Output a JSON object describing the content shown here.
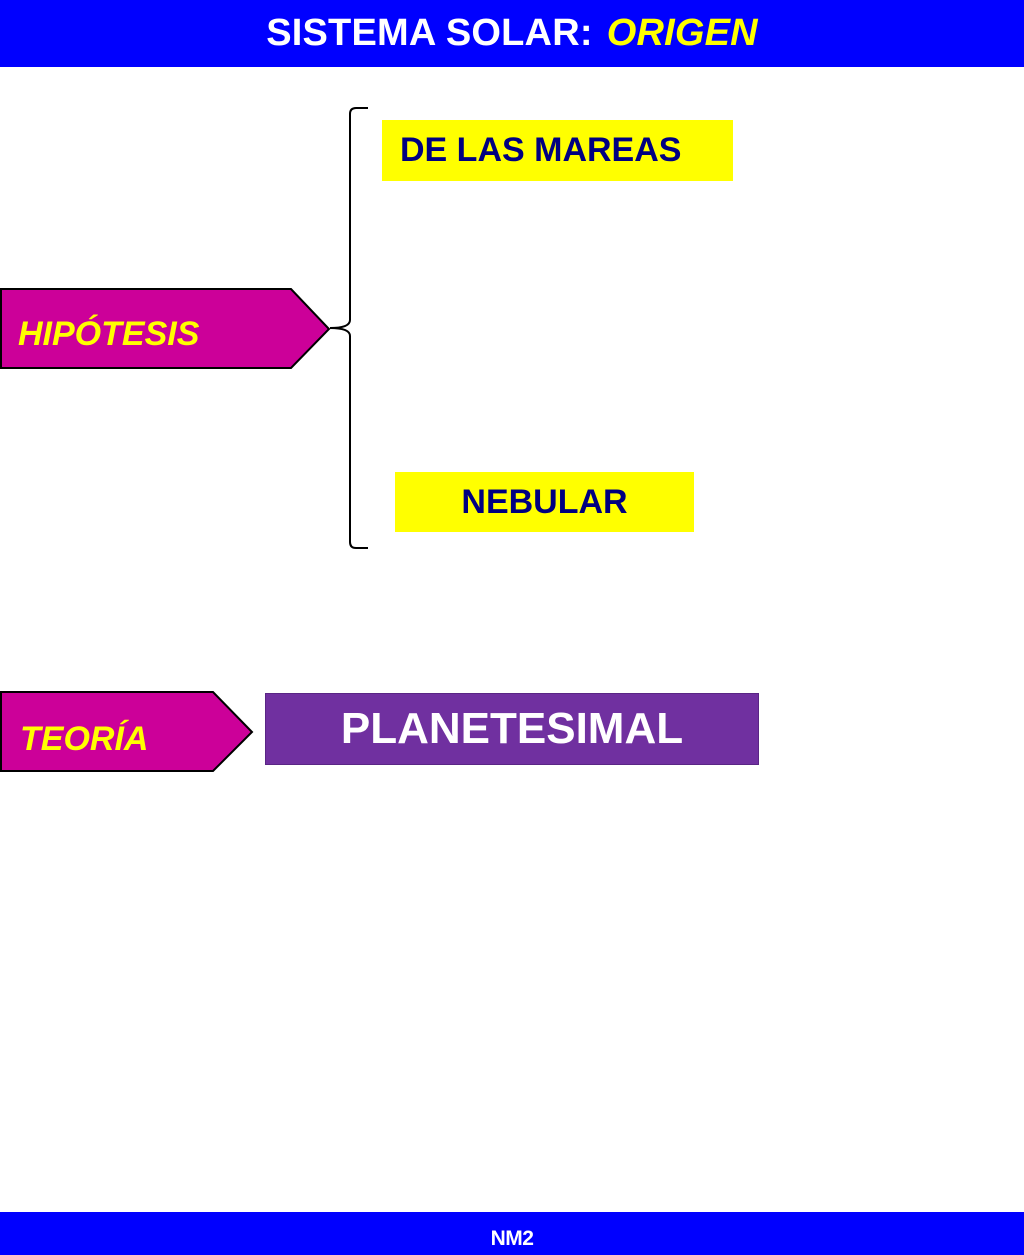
{
  "header": {
    "title_main": "SISTEMA SOLAR:",
    "title_emphasis": "ORIGEN"
  },
  "diagram": {
    "hipotesis": {
      "label": "HIPÓTESIS",
      "options": [
        "DE LAS MAREAS",
        "NEBULAR"
      ]
    },
    "teoria": {
      "label": "TEORÍA",
      "result": "PLANETESIMAL"
    }
  },
  "footer": {
    "label": "NM2"
  },
  "colors": {
    "bar_blue": "#0000ff",
    "magenta": "#cc0099",
    "yellow": "#ffff00",
    "navy_text": "#000080",
    "purple": "#7030a0"
  }
}
